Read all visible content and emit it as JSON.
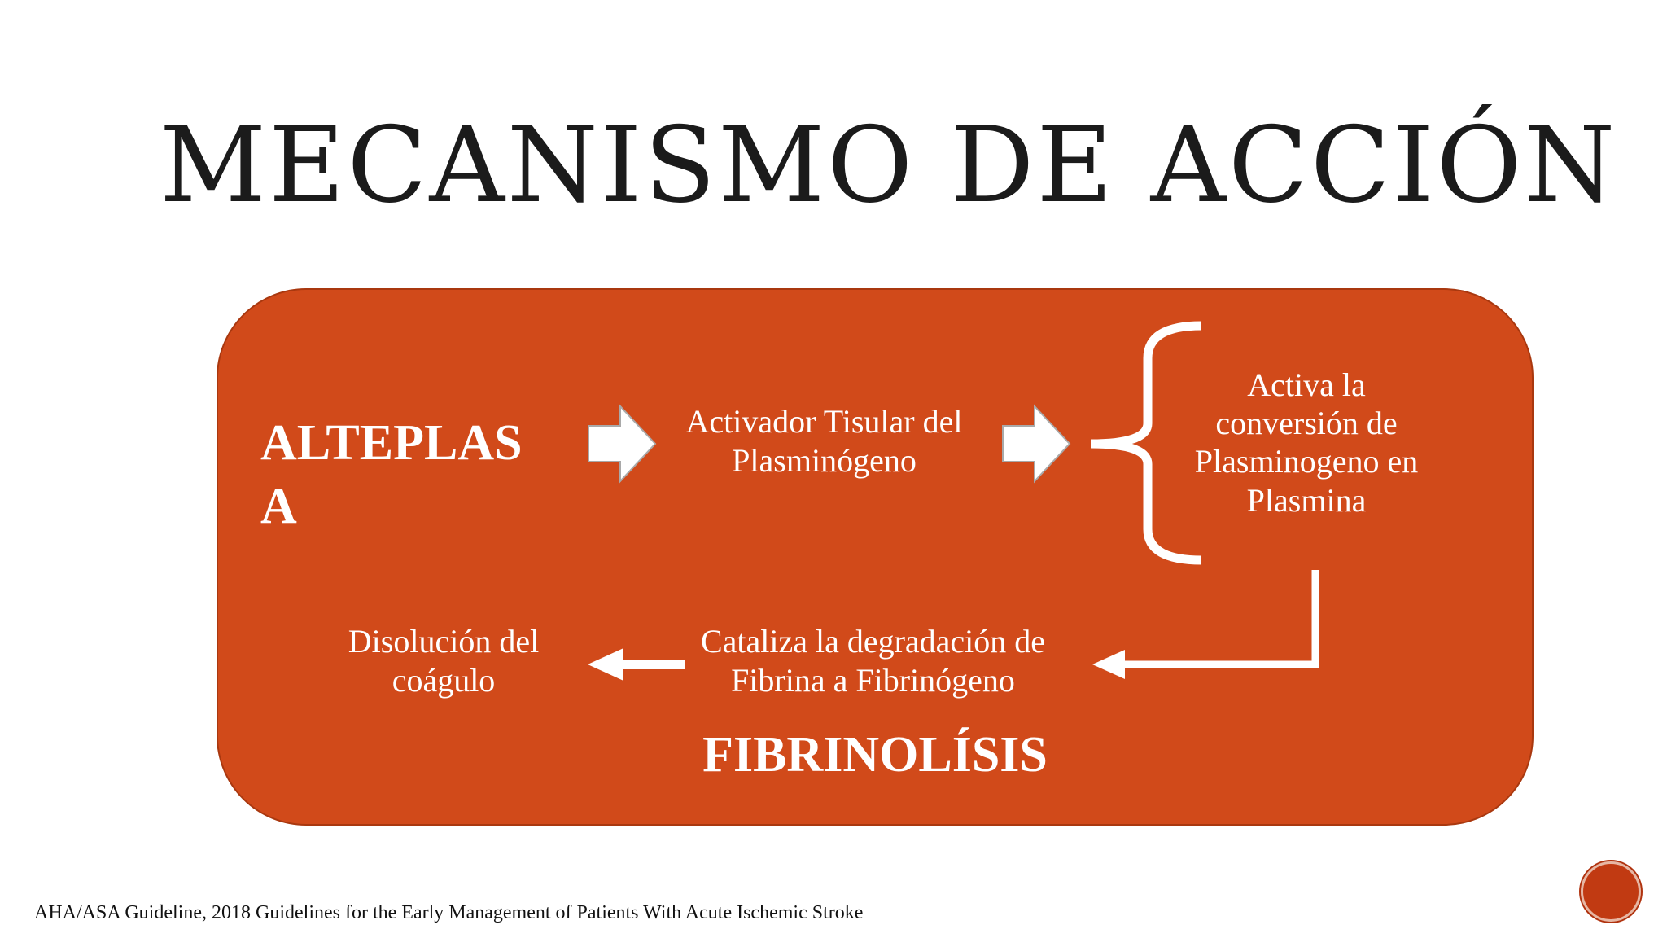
{
  "slide": {
    "title": "MECANISMO DE ACCIÓN",
    "reference": "AHA/ASA Guideline, 2018 Guidelines for the Early Management of Patients With Acute Ischemic Stroke"
  },
  "diagram": {
    "drug_name": "ALTEPLASA",
    "activator": "Activador Tisular del Plasminógeno",
    "conversion": "Activa la conversión de Plasminogeno en Plasmina",
    "degradation": "Cataliza la degradación de Fibrina a Fibrinógeno",
    "dissolution": "Disolución del coágulo",
    "process_label": "FIBRINOLÍSIS"
  },
  "colors": {
    "panel": "#d14a1a",
    "arrow_fill": "#ffffff",
    "arrow_outline": "#a9a9a9",
    "text": "#ffffff"
  }
}
